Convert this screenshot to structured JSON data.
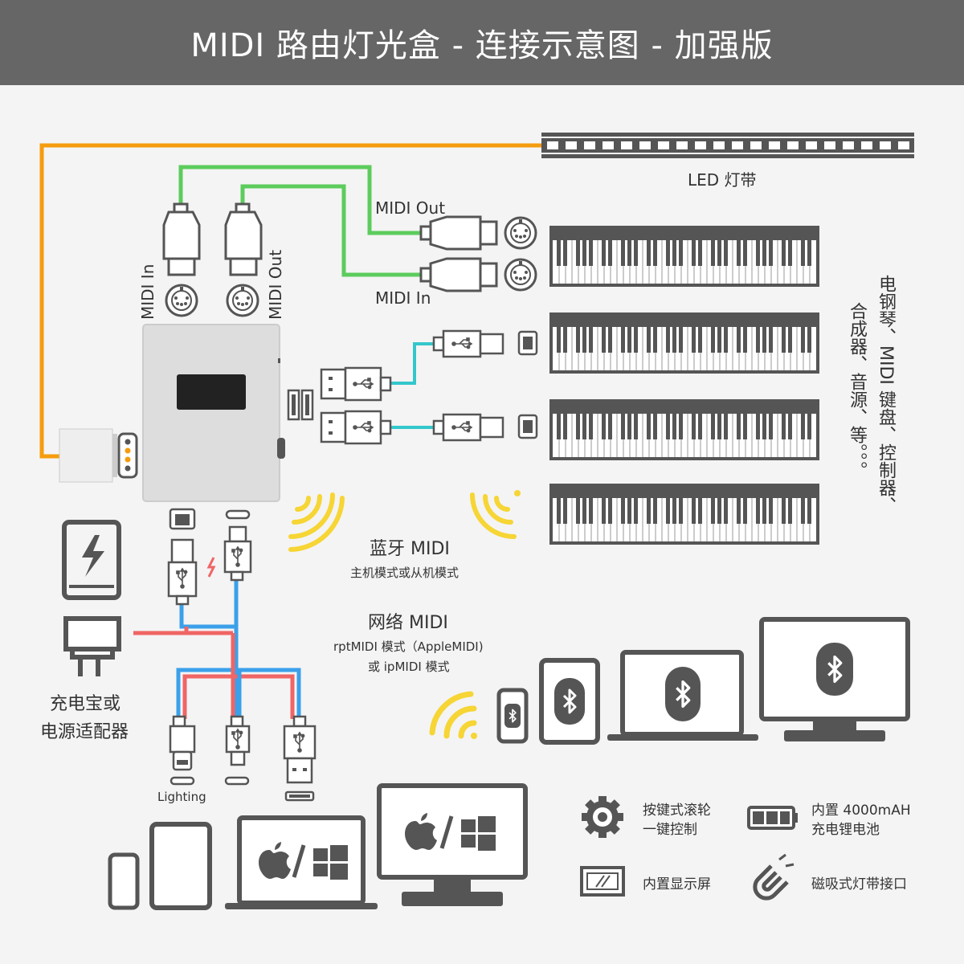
{
  "header": {
    "title": "MIDI 路由灯光盒 - 连接示意图 - 加强版"
  },
  "labels": {
    "led_strip": "LED 灯带",
    "midi_in_port": "MIDI In",
    "midi_out_port": "MIDI Out",
    "midi_out_cable": "MIDI Out",
    "midi_in_cable": "MIDI In",
    "instruments_line1": "电钢琴、MIDI 键盘、控制器、",
    "instruments_line2": "合成器、音源、等。。。",
    "bluetooth_title": "蓝牙 MIDI",
    "bluetooth_sub": "主机模式或从机模式",
    "network_title": "网络 MIDI",
    "network_sub1": "rptMIDI 模式（AppleMIDI)",
    "network_sub2": "或 ipMIDI 模式",
    "power_line1": "充电宝或",
    "power_line2": "电源适配器",
    "lighting": "Lighting"
  },
  "features": [
    {
      "icon": "gear-icon",
      "line1": "按键式滚轮",
      "line2": "一键控制"
    },
    {
      "icon": "battery-icon",
      "line1": "内置 4000mAH",
      "line2": "充电锂电池"
    },
    {
      "icon": "display-icon",
      "line1": "内置显示屏",
      "line2": ""
    },
    {
      "icon": "magnet-icon",
      "line1": "磁吸式灯带接口",
      "line2": ""
    }
  ],
  "colors": {
    "header_bg": "#666666",
    "midi_cable": "#5ccc5c",
    "usb_cable": "#33c7cc",
    "power_cable": "#f06565",
    "data_cable": "#3ba0ea",
    "led_cable": "#f59c0e",
    "wireless": "#f6d535",
    "device": "#555555"
  }
}
